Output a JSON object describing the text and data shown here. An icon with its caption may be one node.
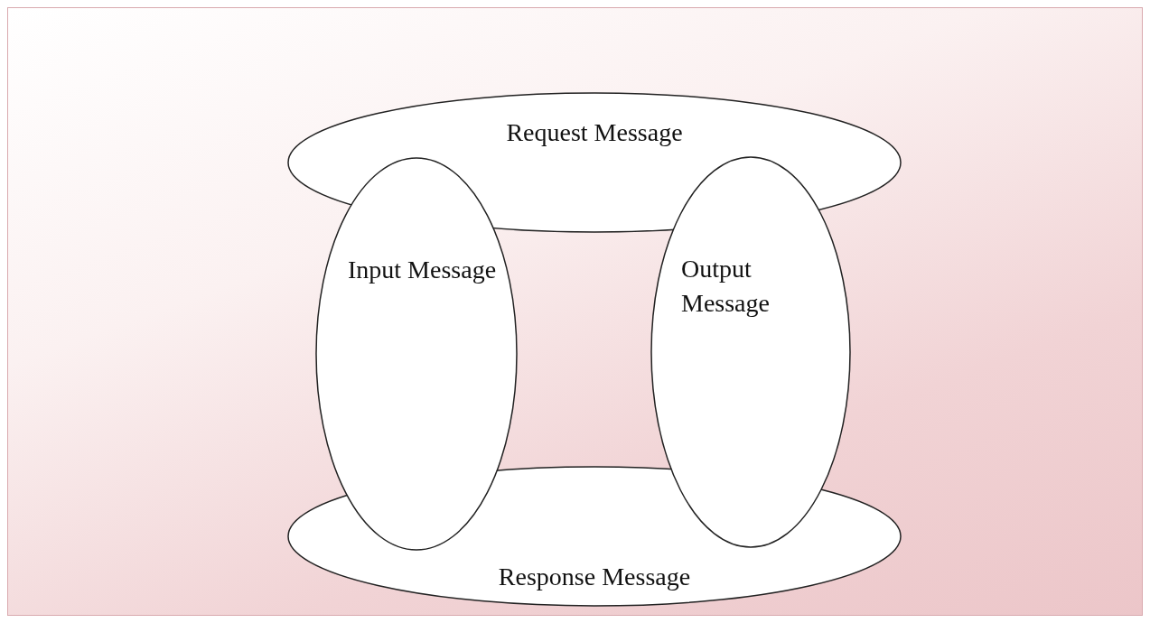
{
  "diagram": {
    "nodes": [
      {
        "text": [
          "Request Message"
        ]
      },
      {
        "text": [
          "Input Message"
        ]
      },
      {
        "text": [
          "Output Message"
        ]
      },
      {
        "text": [
          "Response Message"
        ]
      }
    ]
  }
}
